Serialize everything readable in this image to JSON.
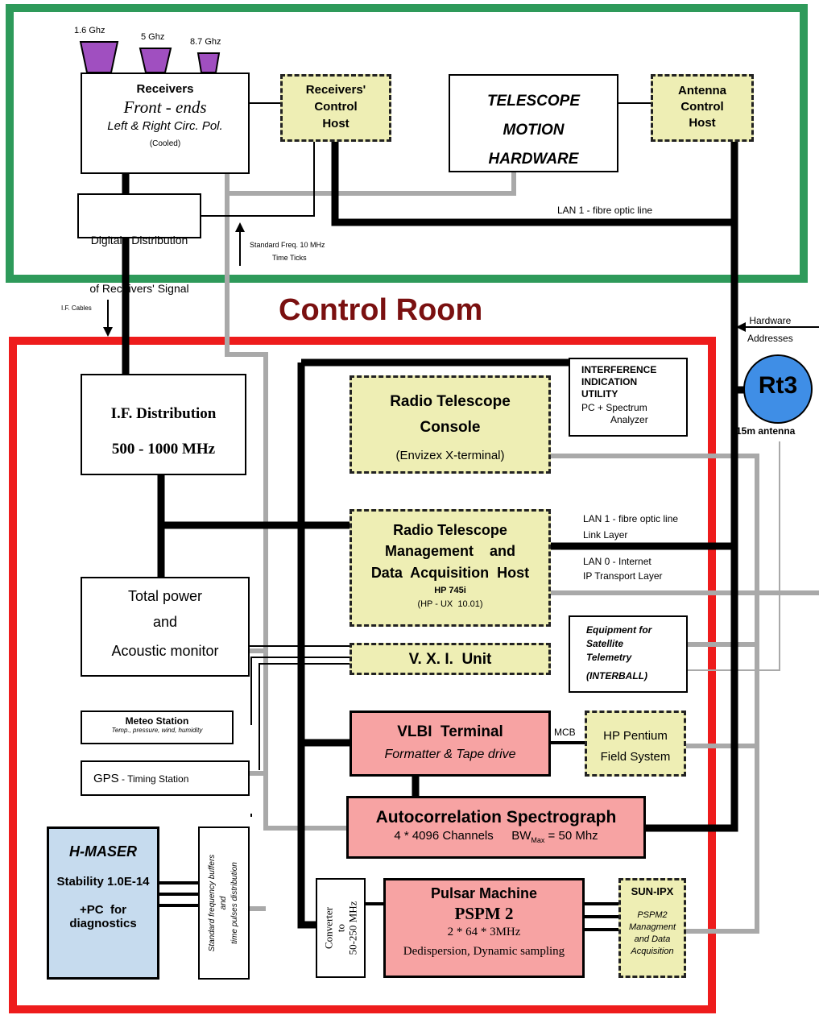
{
  "title": "Control Room",
  "colors": {
    "outdoor_border": "#2e9a5a",
    "control_room_border": "#ee1c1c",
    "title_color": "#7a1010",
    "yellow_box": "#eeeeb4",
    "pink_box": "#f7a3a3",
    "blue_box": "#c6dbee",
    "antenna_circle": "#3f8ee6",
    "horn_color": "#a04fc0",
    "gray_line": "#a9a9a9"
  },
  "horns": [
    "1.6 Ghz",
    "5 Ghz",
    "8.7 Ghz"
  ],
  "receivers": {
    "title": "Receivers",
    "script": "Front - ends",
    "line3": "Left & Right Circ. Pol.",
    "line4": "(Cooled)"
  },
  "receivers_control": [
    "Receivers'",
    "Control",
    "Host"
  ],
  "telescope_motion": [
    "TELESCOPE",
    "MOTION",
    "HARDWARE"
  ],
  "antenna_control": [
    "Antenna",
    "Control",
    "Host"
  ],
  "digital_distribution": [
    "Digital   Distribution",
    "of Receivers' Signal"
  ],
  "std_freq": [
    "Standard Freq. 10 MHz",
    "Time Ticks"
  ],
  "lan1_top": "LAN 1 - fibre optic line",
  "if_cables": "I.F. Cables",
  "hardware_addresses": [
    "Hardware",
    "Addresses"
  ],
  "rt3": {
    "label": "Rt3",
    "caption": "15m antenna"
  },
  "if_distribution": [
    "I.F. Distribution",
    "500 - 1000 MHz"
  ],
  "interference": [
    "INTERFERENCE",
    "INDICATION",
    "UTILITY",
    "PC + Spectrum",
    "Analyzer"
  ],
  "console": [
    "Radio Telescope",
    "Console",
    "(Envizex X-terminal)"
  ],
  "management": [
    "Radio Telescope",
    "Management    and",
    "Data  Acquisition  Host",
    "HP 745i",
    "(HP - UX  10.01)"
  ],
  "lan1_mid": [
    "LAN 1 - fibre optic line",
    "Link Layer"
  ],
  "lan0": [
    "LAN 0 - Internet",
    "IP Transport Layer"
  ],
  "total_power": [
    "Total power",
    "and",
    "Acoustic monitor"
  ],
  "vxi": "V. X. I.  Unit",
  "satellite": [
    "Equipment for",
    "Satellite",
    "Telemetry",
    "(INTERBALL)"
  ],
  "meteo": [
    "Meteo Station",
    "Temp., pressure, wind, humidity"
  ],
  "gps": {
    "main": "GPS",
    "rest": " - Timing Station"
  },
  "vlbi": [
    "VLBI  Terminal",
    "Formatter & Tape drive"
  ],
  "mcb": "MCB",
  "hp_pentium": [
    "HP Pentium",
    "Field System"
  ],
  "autocorrelation": {
    "title": "Autocorrelation Spectrograph",
    "channels": "4 * 4096 Channels",
    "bw_pre": "BW",
    "bw_sub": "Max",
    "bw_post": " = 50 Mhz"
  },
  "hmaser": [
    "H-MASER",
    "Stability 1.0E-14",
    "+PC  for",
    "diagnostics"
  ],
  "std_buffers": [
    "Standard frequency buffers",
    "and",
    "time pulses distribution"
  ],
  "converter": [
    "Converter",
    "to",
    "50-250 MHz"
  ],
  "pulsar": [
    "Pulsar Machine",
    "PSPM 2",
    "2 * 64 * 3MHz",
    "Dedispersion, Dynamic sampling"
  ],
  "sun_ipx": [
    "SUN-IPX",
    "PSPM2",
    "Managment",
    "and Data",
    "Acquisition"
  ]
}
